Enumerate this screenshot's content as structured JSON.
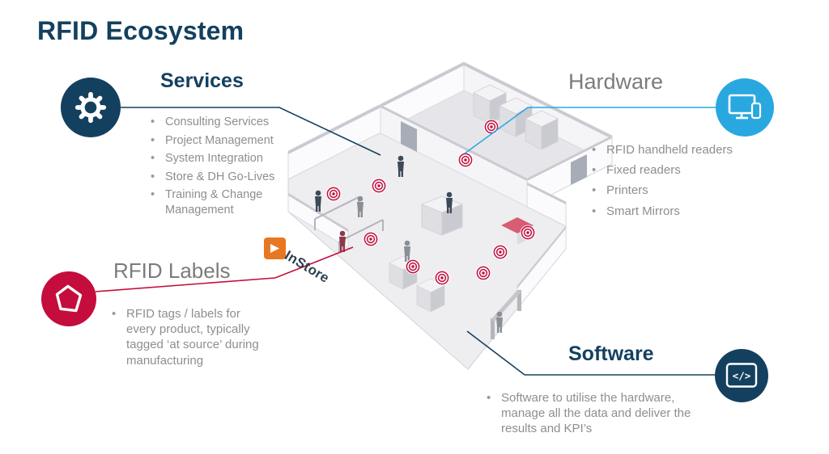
{
  "title": "RFID Ecosystem",
  "logo": {
    "text": "InStore"
  },
  "sections": {
    "services": {
      "heading": "Services",
      "bullets": [
        "Consulting Services",
        "Project Management",
        "System Integration",
        "Store & DH Go-Lives",
        "Training & Change Management"
      ]
    },
    "hardware": {
      "heading": "Hardware",
      "bullets": [
        "RFID handheld readers",
        "Fixed readers",
        "Printers",
        "Smart Mirrors"
      ]
    },
    "rfid_labels": {
      "heading": "RFID Labels",
      "bullets": [
        "RFID tags / labels for every product, typically tagged ‘at source’ during manufacturing"
      ]
    },
    "software": {
      "heading": "Software",
      "bullets": [
        "Software to utilise the hardware, manage all the data and deliver the results and KPI’s"
      ]
    }
  },
  "icons": {
    "services": "gear-icon",
    "hardware": "monitor-icon",
    "rfid_labels": "tag-icon",
    "software": "code-icon",
    "code_glyph": "</>",
    "rfid_signal": "rfid-signal-icon"
  },
  "colors": {
    "navy": "#14405f",
    "blue": "#29a8e0",
    "red": "#c40d3c",
    "orange": "#e87722",
    "heading_gray": "#7c7c7c",
    "text_gray": "#8e8e8e"
  }
}
